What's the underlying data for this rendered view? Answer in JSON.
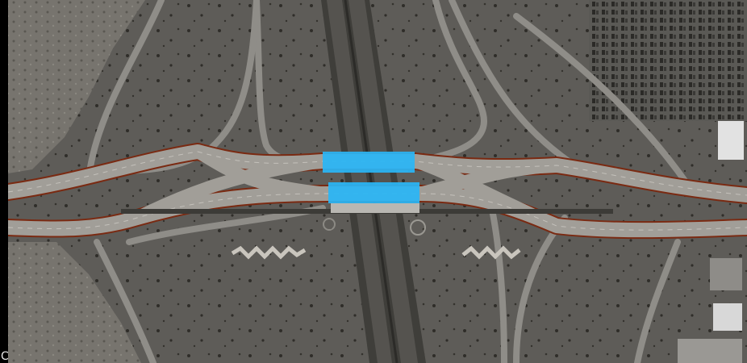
{
  "view": {
    "type": "aerial-map",
    "subject": "interchange",
    "palette": {
      "ground": "#5e5c58",
      "ground_dark": "#48463f",
      "desert": "#7b7872",
      "road": "#8f8d88",
      "road_light": "#a9a6a0",
      "outline": "#7a2a12",
      "bridge": "#29b6f6",
      "shrub": "#2f2d29",
      "building": "#d9d9d9"
    }
  },
  "overlays": {
    "bridge_decks": {
      "color": "#29b6f6",
      "count": 2
    },
    "ddi_outline": {
      "color": "#7a2a12"
    }
  },
  "corner_glyph": "C"
}
